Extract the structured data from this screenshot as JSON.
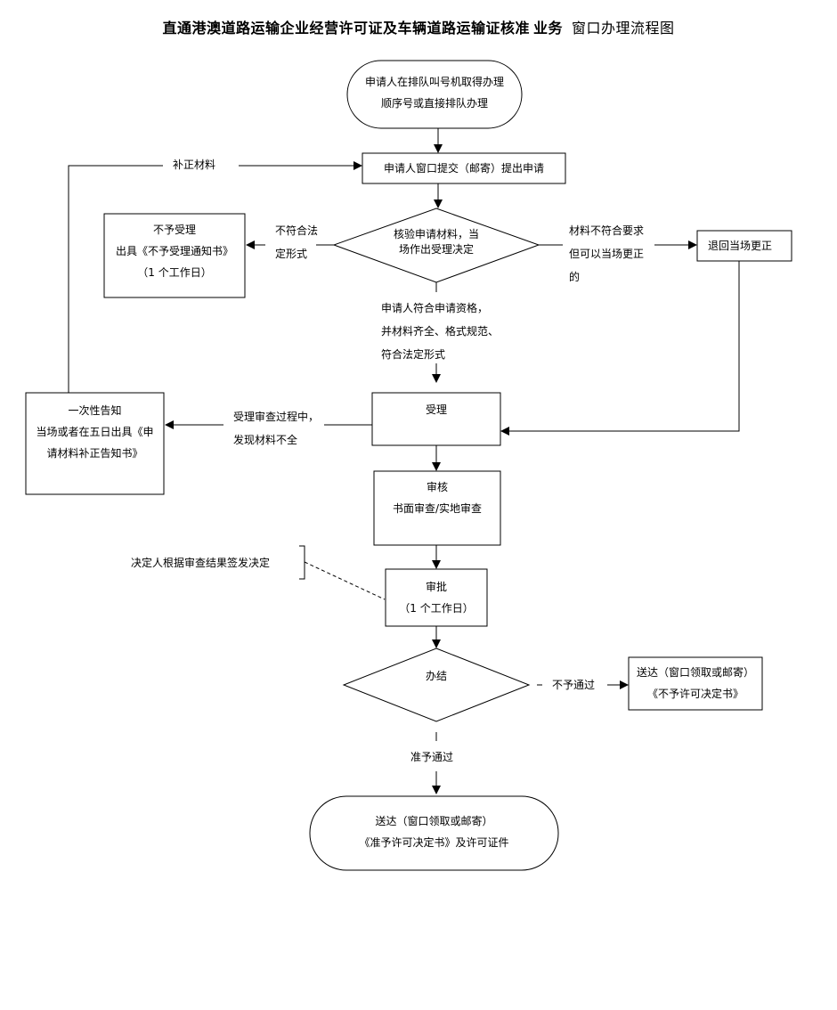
{
  "title": {
    "main": "直通港澳道路运输企业经营许可证及车辆道路运输证核准",
    "bold": "业务",
    "rest": "窗口办理流程图"
  },
  "nodes": {
    "start": [
      "申请人在排队叫号机取得办理",
      "顺序号或直接排队办理"
    ],
    "submit": "申请人窗口提交（邮寄）提出申请",
    "check": [
      "核验申请材料，当",
      "场作出受理决定"
    ],
    "reject": [
      "不予受理",
      "出具《不予受理通知书》",
      "（1 个工作日）"
    ],
    "return": "退回当场更正",
    "accept": "受理",
    "notify": [
      "一次性告知",
      "当场或者在五日出具《申",
      "请材料补正告知书》"
    ],
    "review": [
      "审核",
      "书面审查/实地审查"
    ],
    "approve": [
      "审批",
      "（1 个工作日）"
    ],
    "finish": "办结",
    "deny_deliver": [
      "送达（窗口领取或邮寄）",
      "《不予许可决定书》"
    ],
    "end": [
      "送达（窗口领取或邮寄）",
      "《准予许可决定书》及许可证件"
    ]
  },
  "labels": {
    "supplement": "补正材料",
    "not_legal": [
      "不符合法",
      "定形式"
    ],
    "not_meet": [
      "材料不符合要求",
      "但可以当场更正",
      "的"
    ],
    "qualified": [
      "申请人符合申请资格，",
      "并材料齐全、格式规范、",
      "符合法定形式"
    ],
    "incomplete": [
      "受理审查过程中，",
      "发现材料不全"
    ],
    "decider": "决定人根据审查结果签发决定",
    "deny": "不予通过",
    "grant": "准予通过"
  }
}
